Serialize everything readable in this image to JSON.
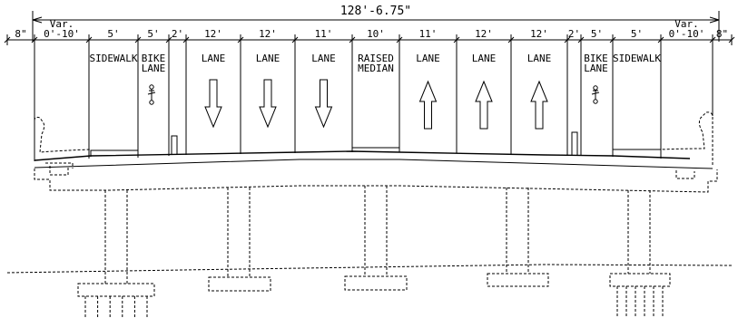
{
  "overall_width": "128'-6.75\"",
  "dimensions": [
    {
      "id": "parapet-left",
      "text": "8\""
    },
    {
      "id": "var-left",
      "text": "0'-10'",
      "top": "Var."
    },
    {
      "id": "sidewalk-left",
      "text": "5'"
    },
    {
      "id": "bike-left",
      "text": "5'"
    },
    {
      "id": "buffer-left",
      "text": "2'"
    },
    {
      "id": "lane-1",
      "text": "12'"
    },
    {
      "id": "lane-2",
      "text": "12'"
    },
    {
      "id": "lane-3",
      "text": "11'"
    },
    {
      "id": "median",
      "text": "10'"
    },
    {
      "id": "lane-4",
      "text": "11'"
    },
    {
      "id": "lane-5",
      "text": "12'"
    },
    {
      "id": "lane-6",
      "text": "12'"
    },
    {
      "id": "buffer-right",
      "text": "2'"
    },
    {
      "id": "bike-right",
      "text": "5'"
    },
    {
      "id": "sidewalk-right",
      "text": "5'"
    },
    {
      "id": "var-right",
      "text": "0'-10'",
      "top": "Var."
    },
    {
      "id": "parapet-right",
      "text": "8\""
    }
  ],
  "zones": [
    {
      "id": "sidewalk-left",
      "lines": [
        "SIDEWALK"
      ]
    },
    {
      "id": "bike-left",
      "lines": [
        "BIKE",
        "LANE"
      ]
    },
    {
      "id": "lane-1",
      "lines": [
        "LANE"
      ],
      "arrow": "down"
    },
    {
      "id": "lane-2",
      "lines": [
        "LANE"
      ],
      "arrow": "down"
    },
    {
      "id": "lane-3",
      "lines": [
        "LANE"
      ],
      "arrow": "down"
    },
    {
      "id": "median",
      "lines": [
        "RAISED",
        "MEDIAN"
      ]
    },
    {
      "id": "lane-4",
      "lines": [
        "LANE"
      ],
      "arrow": "up"
    },
    {
      "id": "lane-5",
      "lines": [
        "LANE"
      ],
      "arrow": "up"
    },
    {
      "id": "lane-6",
      "lines": [
        "LANE"
      ],
      "arrow": "up"
    },
    {
      "id": "bike-right",
      "lines": [
        "BIKE",
        "LANE"
      ]
    },
    {
      "id": "sidewalk-right",
      "lines": [
        "SIDEWALK"
      ]
    }
  ],
  "piers": 5
}
